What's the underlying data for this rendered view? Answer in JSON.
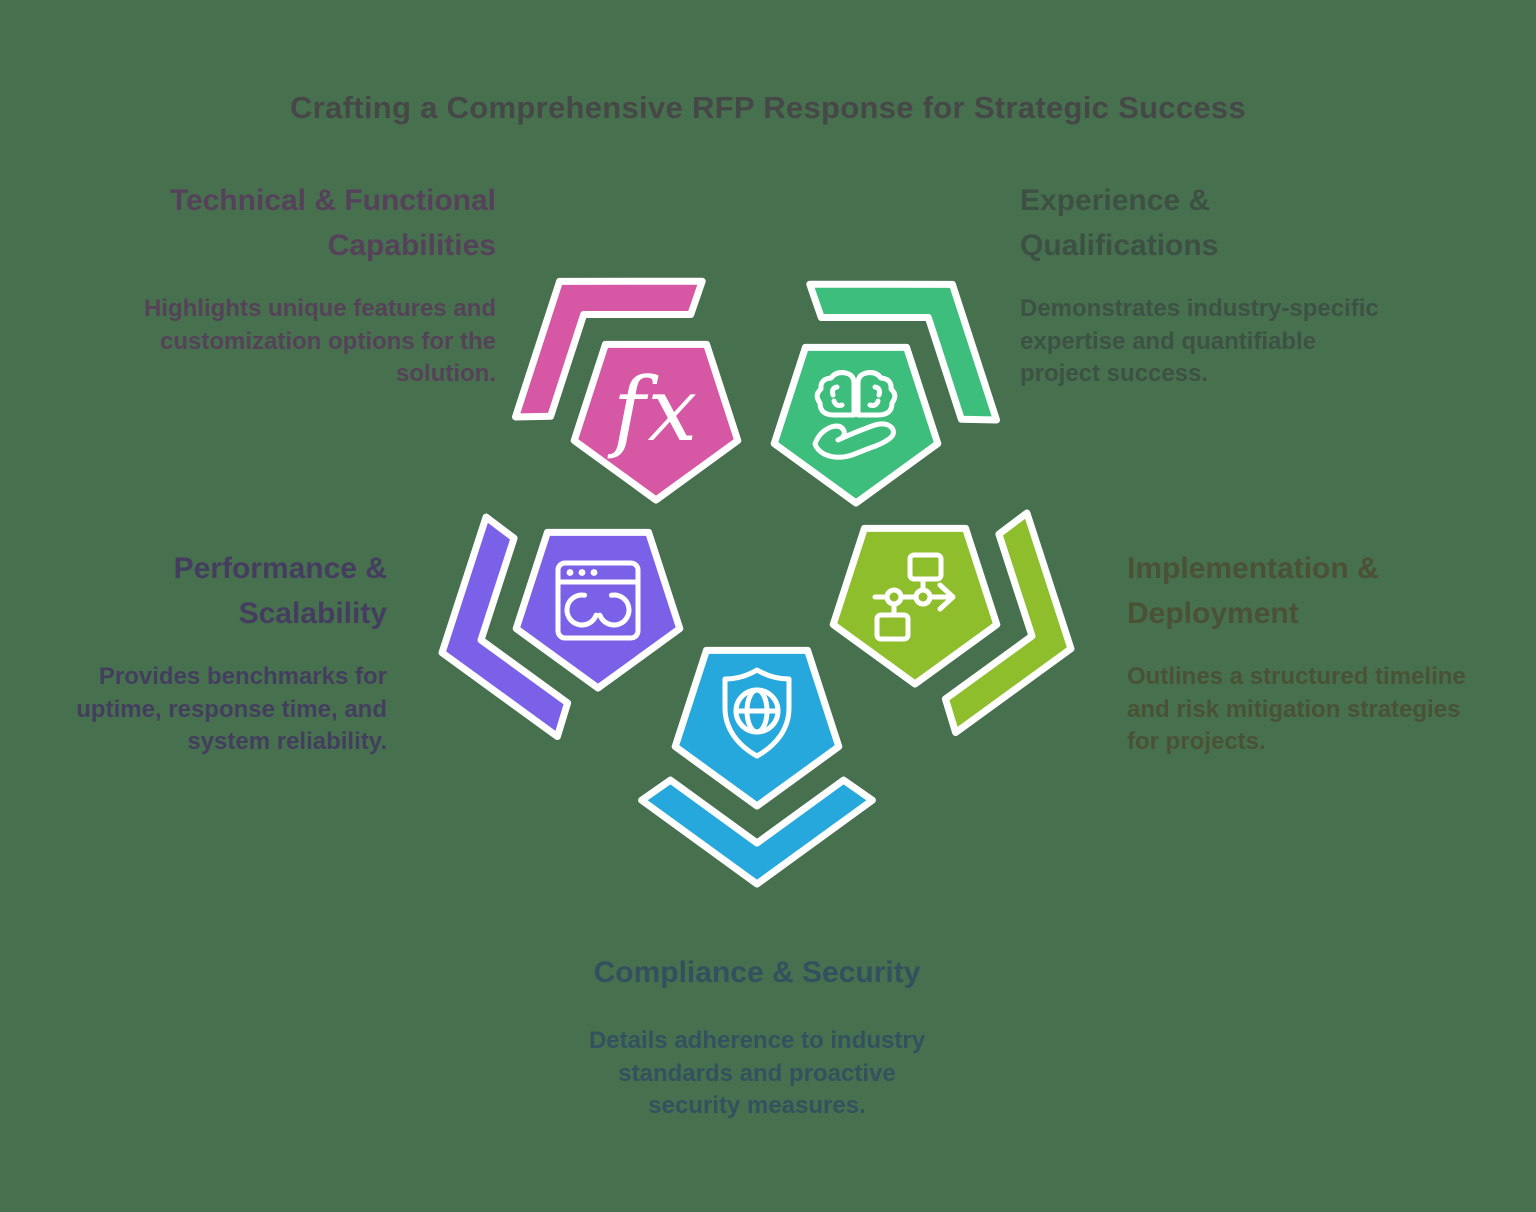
{
  "title": "Crafting a Comprehensive RFP Response for Strategic Success",
  "colors": {
    "background": "#47704E",
    "title_text": "#454847",
    "icon_stroke": "#FFFFFF"
  },
  "sections": [
    {
      "id": "technical-functional-capabilities",
      "heading_lines": [
        "Technical & Functional",
        "Capabilities"
      ],
      "body_lines": [
        "Highlights unique features and",
        "customization options for the",
        "solution."
      ],
      "shape_color": "#D657A4",
      "text_color": "#56415A",
      "icon": "function-fx-icon",
      "icon_glyph": "fx"
    },
    {
      "id": "experience-qualifications",
      "heading_lines": [
        "Experience &",
        "Qualifications"
      ],
      "body_lines": [
        "Demonstrates industry-specific",
        "expertise and quantifiable",
        "project success."
      ],
      "shape_color": "#3DBE7C",
      "text_color": "#3D5044",
      "icon": "brain-in-hand-icon"
    },
    {
      "id": "performance-scalability",
      "heading_lines": [
        "Performance &",
        "Scalability"
      ],
      "body_lines": [
        "Provides benchmarks for",
        "uptime, response time, and",
        "system reliability."
      ],
      "shape_color": "#7B61E8",
      "text_color": "#443D5F",
      "icon": "browser-sync-icon"
    },
    {
      "id": "implementation-deployment",
      "heading_lines": [
        "Implementation &",
        "Deployment"
      ],
      "body_lines": [
        "Outlines a structured timeline",
        "and risk mitigation strategies",
        "for projects."
      ],
      "shape_color": "#8FBE2D",
      "text_color": "#4A5134",
      "icon": "flowchart-timeline-icon"
    },
    {
      "id": "compliance-security",
      "heading_lines": [
        "Compliance & Security"
      ],
      "body_lines": [
        "Details adherence to industry",
        "standards and proactive",
        "security measures."
      ],
      "shape_color": "#27A8DC",
      "text_color": "#33505F",
      "icon": "shield-globe-icon"
    }
  ]
}
